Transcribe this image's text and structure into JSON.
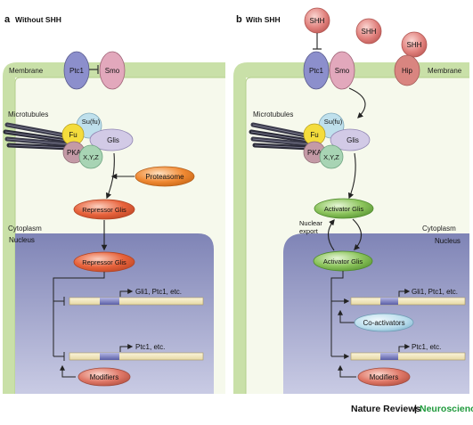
{
  "panel_a": {
    "letter": "a",
    "title": "Without SHH",
    "membrane": "Membrane",
    "ptc1": "Ptc1",
    "smo": "Smo",
    "microtubules": "Microtubules",
    "fu": "Fu",
    "sufu": "Su(fu)",
    "glis": "Glis",
    "pka": "PKA",
    "xyz": "X,Y,Z",
    "proteasome": "Proteasome",
    "repressor_glis_cyto": "Repressor Glis",
    "cytoplasm": "Cytoplasm",
    "nucleus": "Nucleus",
    "repressor_glis_nuc": "Repressor Glis",
    "gene1": "Gli1, Ptc1, etc.",
    "gene2": "Ptc1, etc.",
    "modifiers": "Modifiers"
  },
  "panel_b": {
    "letter": "b",
    "title": "With SHH",
    "shh1": "SHH",
    "shh2": "SHH",
    "shh3": "SHH",
    "membrane": "Membrane",
    "ptc1": "Ptc1",
    "smo": "Smo",
    "hip": "Hip",
    "microtubules": "Microtubules",
    "fu": "Fu",
    "sufu": "Su(fu)",
    "glis": "Glis",
    "pka": "PKA",
    "xyz": "X,Y,Z",
    "activator_glis_cyto": "Activator Glis",
    "nuclear_export_1": "Nuclear",
    "nuclear_export_2": "export",
    "cytoplasm": "Cytoplasm",
    "nucleus": "Nucleus",
    "activator_glis_nuc": "Activator Glis",
    "gene1": "Gli1, Ptc1, etc.",
    "coactivators": "Co-activators",
    "gene2": "Ptc1, etc.",
    "modifiers": "Modifiers"
  },
  "footer": {
    "journal": "Nature Reviews",
    "separator": "|",
    "section": "Neuroscience"
  },
  "colors": {
    "membrane_green": "#c9e0a8",
    "cytoplasm_bg": "#f6f9ec",
    "nucleus_bg": "#8f93bd",
    "ptc1_purple": "#8c8fcc",
    "smo_pink": "#e2a8bc",
    "shh_red": "#e0807c",
    "hip_red": "#d98580",
    "fu_yellow": "#f4dc3c",
    "sufu_blue": "#bfe0ec",
    "glis_lilac": "#d2cae6",
    "pka_mauve": "#c49aa6",
    "xyz_green": "#a8d4b4",
    "proteasome_orange": "#f08a34",
    "repressor_red": "#e8633c",
    "activator_green": "#8cc45c",
    "coactivator_blue": "#b8dcec",
    "modifier_red": "#e07868",
    "gene_cream": "#f6ecc4",
    "footer_green": "#1f9a3c"
  }
}
